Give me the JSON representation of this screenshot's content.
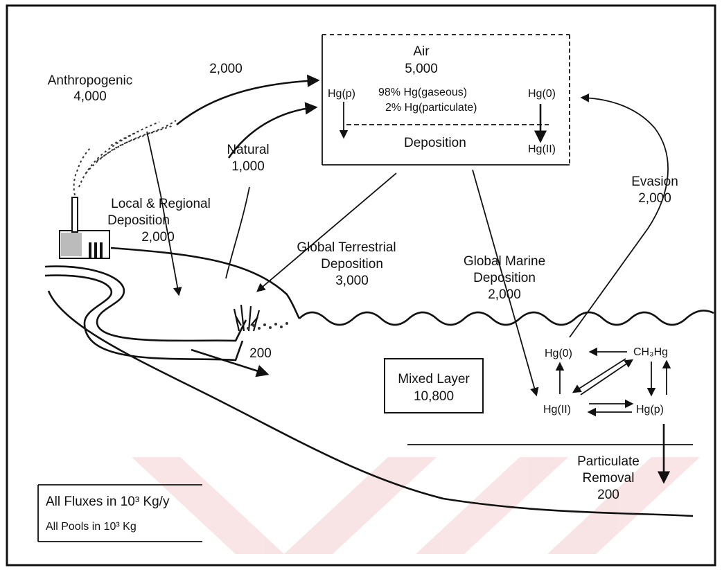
{
  "diagram": {
    "air": {
      "title": "Air",
      "value": "5,000",
      "hg_p": "Hg(p)",
      "gaseous": "98% Hg(gaseous)",
      "particulate": "2% Hg(particulate)",
      "hg0": "Hg(0)",
      "deposition": "Deposition",
      "hg2": "Hg(II)"
    },
    "anthropogenic": {
      "label": "Anthropogenic",
      "value": "4,000"
    },
    "anthro_flux": {
      "value": "2,000"
    },
    "natural": {
      "label": "Natural",
      "value": "1,000"
    },
    "local_regional": {
      "line1": "Local & Regional",
      "line2": "Deposition",
      "value": "2,000"
    },
    "global_terrestrial": {
      "line1": "Global Terrestrial",
      "line2": "Deposition",
      "value": "3,000"
    },
    "global_marine": {
      "line1": "Global Marine",
      "line2": "Deposition",
      "value": "2,000"
    },
    "evasion": {
      "label": "Evasion",
      "value": "2,000"
    },
    "river_flux": {
      "value": "200"
    },
    "mixed_layer": {
      "label": "Mixed Layer",
      "value": "10,800"
    },
    "ocean_species": {
      "hg0": "Hg(0)",
      "ch3hg": "CH₃Hg",
      "hg2": "Hg(II)",
      "hgp": "Hg(p)"
    },
    "particulate_removal": {
      "line1": "Particulate",
      "line2": "Removal",
      "value": "200"
    },
    "units": {
      "fluxes": "All Fluxes in 10³ Kg/y",
      "pools": "All Pools in 10³ Kg"
    }
  }
}
